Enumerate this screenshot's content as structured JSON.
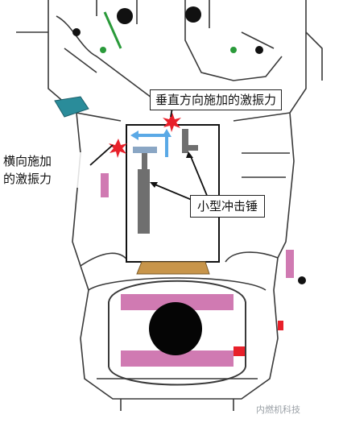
{
  "labels": {
    "vertical_force": "垂直方向施加的激振力",
    "lateral_force_line1": "横向施加",
    "lateral_force_line2": "的激振力",
    "small_hammer": "小型冲击锤"
  },
  "watermark": "内燃机科技",
  "colors": {
    "line_art": "#3a3a3a",
    "pink_part": "#d07ab2",
    "teal_part": "#2a8c9a",
    "blue_arrow": "#5aa9e6",
    "hammer_gray": "#6f6f6f",
    "impact_red": "#e8202a",
    "brass": "#c8954a"
  }
}
